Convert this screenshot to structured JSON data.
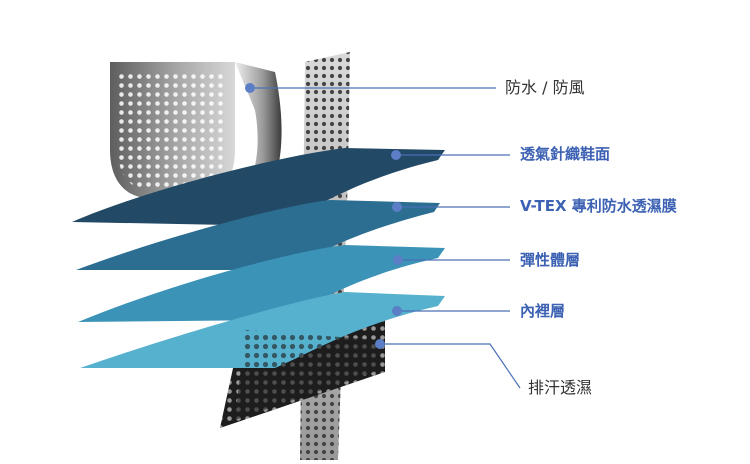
{
  "labels": [
    {
      "text": "防水 / 防風",
      "color": "#333333",
      "weight": "normal"
    },
    {
      "text": "透氣針織鞋面",
      "color": "#3d62b3",
      "weight": "bold"
    },
    {
      "text": "V-TEX 專利防水透濕膜",
      "color": "#3d62b3",
      "weight": "bold"
    },
    {
      "text": "彈性體層",
      "color": "#3d62b3",
      "weight": "bold"
    },
    {
      "text": "內裡層",
      "color": "#3d62b3",
      "weight": "bold"
    },
    {
      "text": "排汗透濕",
      "color": "#333333",
      "weight": "normal"
    }
  ],
  "colors": {
    "layer_1": "#224a66",
    "layer_2": "#2b6e91",
    "layer_3": "#3b93b8",
    "layer_4": "#55b1cd",
    "layer_5": "#7cc5da",
    "leader": "#4a6fb5",
    "dot": "#5b7ec6",
    "membrane": "#8a8a8a",
    "wedge": "#1a1a1a"
  }
}
